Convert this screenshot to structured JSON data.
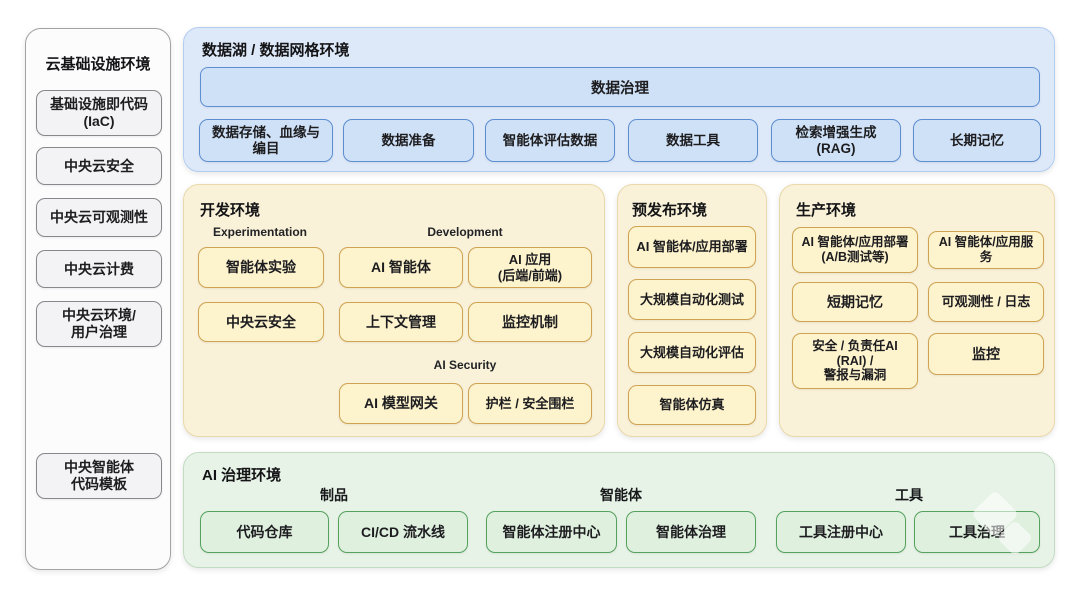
{
  "colors": {
    "blue_fill": "#cfe1f7",
    "blue_border": "#5d8ed2",
    "blue_panel_bg": "#dde9f9",
    "yellow_fill": "#fdf3cd",
    "yellow_border": "#d0a352",
    "yellow_panel_bg": "#f9f1d8",
    "green_fill": "#dff0df",
    "green_border": "#55a25e",
    "green_panel_bg": "#e8f3e8",
    "gray_fill": "#f3f3f5",
    "gray_border": "#88888c"
  },
  "sidebar": {
    "title": "云基础设施环境",
    "items": [
      "基础设施即代码\n(IaC)",
      "中央云安全",
      "中央云可观测性",
      "中央云计费",
      "中央云环境/\n用户治理",
      "中央智能体\n代码模板"
    ]
  },
  "data_panel": {
    "title": "数据湖 / 数据网格环境",
    "governance_bar": "数据治理",
    "boxes": [
      "数据存储、血缘与\n编目",
      "数据准备",
      "智能体评估数据",
      "数据工具",
      "检索增强生成\n(RAG)",
      "长期记忆"
    ]
  },
  "dev_panel": {
    "title": "开发环境",
    "label_experimentation": "Experimentation",
    "label_development": "Development",
    "label_ai_security": "AI Security",
    "row1": [
      "智能体实验",
      "AI 智能体",
      "AI 应用\n(后端/前端)"
    ],
    "row2": [
      "中央云安全",
      "上下文管理",
      "监控机制"
    ],
    "security_row": [
      "AI 模型网关",
      "护栏 / 安全围栏"
    ]
  },
  "staging_panel": {
    "title": "预发布环境",
    "boxes": [
      "AI 智能体/应用部署",
      "大规模自动化测试",
      "大规模自动化评估",
      "智能体仿真"
    ]
  },
  "prod_panel": {
    "title": "生产环境",
    "left_boxes": [
      "AI 智能体/应用部署\n(A/B测试等)",
      "短期记忆",
      "安全 / 负责任AI\n(RAI) /\n警报与漏洞"
    ],
    "right_boxes": [
      "AI 智能体/应用服务",
      "可观测性 / 日志",
      "监控"
    ]
  },
  "governance_panel": {
    "title": "AI 治理环境",
    "groups": [
      {
        "label": "制品",
        "boxes": [
          "代码仓库",
          "CI/CD 流水线"
        ]
      },
      {
        "label": "智能体",
        "boxes": [
          "智能体注册中心",
          "智能体治理"
        ]
      },
      {
        "label": "工具",
        "boxes": [
          "工具注册中心",
          "工具治理"
        ]
      }
    ]
  }
}
